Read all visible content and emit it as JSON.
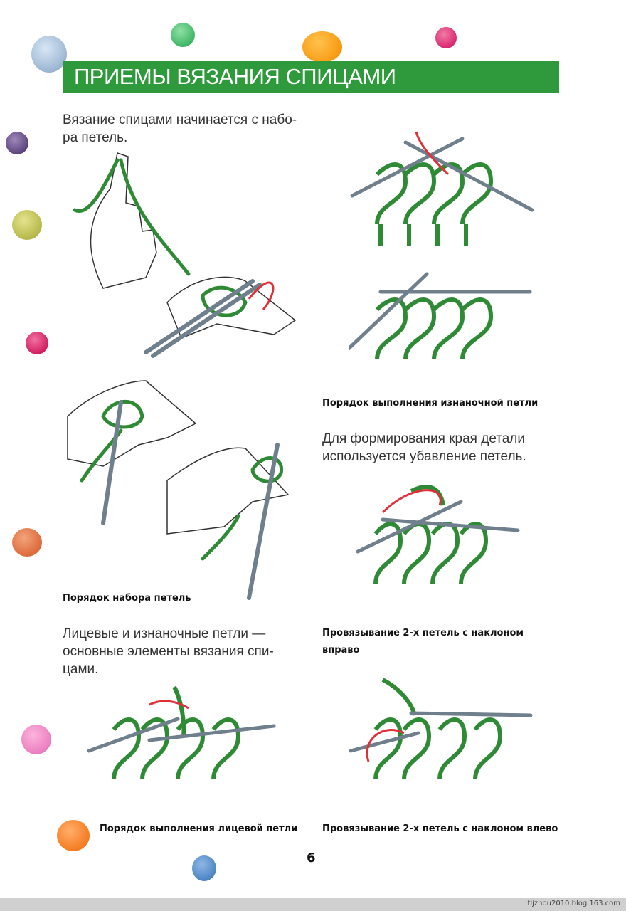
{
  "header": {
    "title": "ПРИЕМЫ ВЯЗАНИЯ СПИЦАМИ"
  },
  "colors": {
    "accent": "#2f9a3c",
    "yarn": "#2f8a36",
    "arrow": "#e0303a",
    "needle": "#6f7f8c"
  },
  "intro_text": "Вязание спицами начинается с набо- ра петель.",
  "intro_lines": [
    "Вязание спицами начинается с набо-",
    "ра петель."
  ],
  "captions": {
    "cast_on": "Порядок набора петель",
    "purl": "Порядок выполнения изнаночной петли",
    "knit": "Порядок выполнения лицевой петли",
    "dec_right_1": "Провязывание 2-х петель с наклоном",
    "dec_right_2": "вправо",
    "dec_left": "Провязывание 2-х петель с наклоном влево"
  },
  "edge_text": [
    "Для формирования края детали",
    "используется убавление петель."
  ],
  "knit_purl_text": [
    "Лицевые и изнаночные петли —",
    "основные элементы вязания спи-",
    "цами."
  ],
  "page_number": "6",
  "footer": {
    "watermark": "tljzhou2010.blog.163.com"
  },
  "icons": [
    "yarn-ball-icon",
    "hand-illustration-icon",
    "knitting-needle-icon",
    "stitch-diagram-icon"
  ]
}
